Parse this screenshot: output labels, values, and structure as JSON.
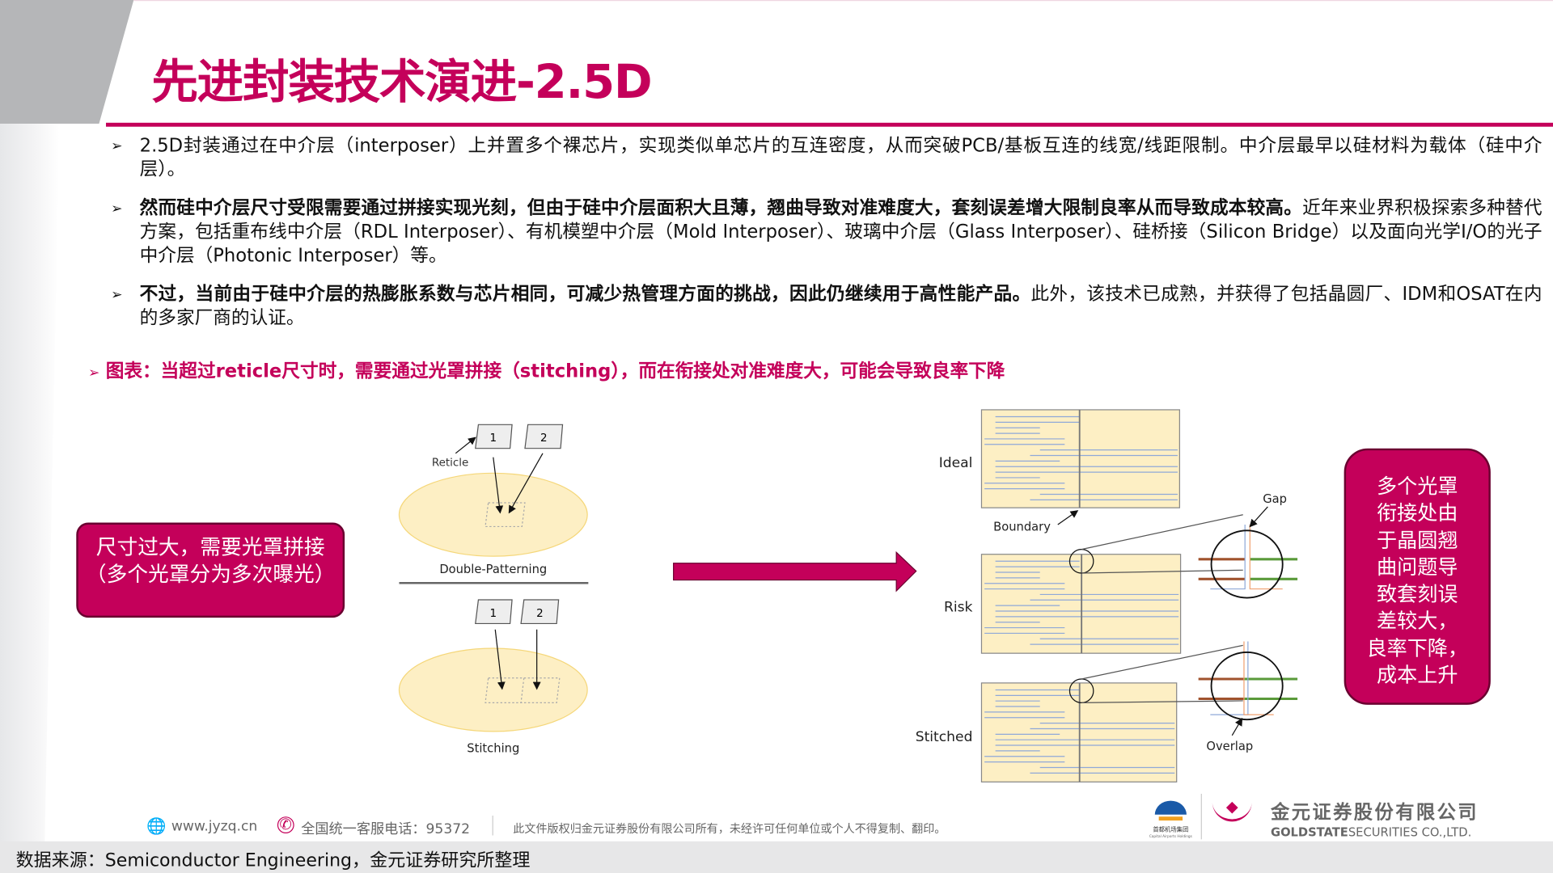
{
  "title": "先进封装技术演进-2.5D",
  "bullets": [
    {
      "bold": "",
      "text": "2.5D封装通过在中介层（interposer）上并置多个裸芯片，实现类似单芯片的互连密度，从而突破PCB/基板互连的线宽/线距限制。中介层最早以硅材料为载体（硅中介层）。"
    },
    {
      "bold": "然而硅中介层尺寸受限需要通过拼接实现光刻，但由于硅中介层面积大且薄，翘曲导致对准难度大，套刻误差增大限制良率从而导致成本较高。",
      "text": "近年来业界积极探索多种替代方案，包括重布线中介层（RDL Interposer）、有机模塑中介层（Mold Interposer）、玻璃中介层（Glass Interposer）、硅桥接（Silicon Bridge）以及面向光学I/O的光子中介层（Photonic Interposer）等。"
    },
    {
      "bold": "不过，当前由于硅中介层的热膨胀系数与芯片相同，可减少热管理方面的挑战，因此仍继续用于高性能产品。",
      "text": "此外，该技术已成熟，并获得了包括晶圆厂、IDM和OSAT在内的多家厂商的认证。"
    }
  ],
  "caption": "图表：当超过reticle尺寸时，需要通过光罩拼接（stitching），而在衔接处对准难度大，可能会导致良率下降",
  "left_callout": "尺寸过大，需要光罩拼接（多个光罩分为多次曝光）",
  "right_callout": [
    "多个光罩",
    "衔接处由",
    "于晶圆翘",
    "曲问题导",
    "致套刻误",
    "差较大，",
    "良率下降，",
    "成本上升"
  ],
  "diagram_left": {
    "reticle_label": "Reticle",
    "reticle_1": "1",
    "reticle_2": "2",
    "double_patterning": "Double-Patterning",
    "stitching": "Stitching"
  },
  "diagram_right": {
    "ideal": "Ideal",
    "boundary": "Boundary",
    "risk": "Risk",
    "stitched": "Stitched",
    "gap": "Gap",
    "overlap": "Overlap"
  },
  "footer": {
    "website": "www.jyzq.cn",
    "hotline": "全国统一客服电话：95372",
    "copyright": "此文件版权归金元证券股份有限公司所有，未经许可任何单位或个人不得复制、翻印。"
  },
  "logos": {
    "airport_cn": "首都机场集团",
    "airport_en": "Capital Airports Holdings",
    "company_cn": "金元证券股份有限公司",
    "company_en_bold": "GOLDSTATE",
    "company_en": "SECURITIES  CO.,LTD."
  },
  "source": "数据来源：Semiconductor Engineering，金元证券研究所整理",
  "colors": {
    "accent": "#c4005a",
    "wafer": "#fdefc4",
    "line_blue": "#8fa8d8"
  }
}
